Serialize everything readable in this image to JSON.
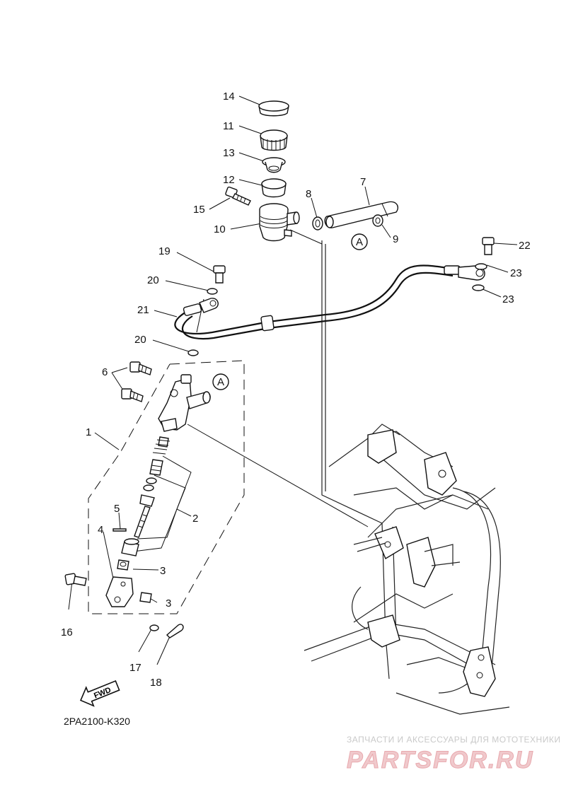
{
  "diagram": {
    "code": "2PA2100-K320",
    "fwd_label": "FWD",
    "ref_marker": "A",
    "callouts": [
      "14",
      "11",
      "13",
      "12",
      "15",
      "10",
      "8",
      "7",
      "9",
      "19",
      "20",
      "21",
      "20",
      "6",
      "1",
      "2",
      "5",
      "4",
      "3",
      "3",
      "16",
      "17",
      "18",
      "22",
      "23",
      "23"
    ]
  },
  "watermark": {
    "top": "ЗАПЧАСТИ И АКСЕССУАРЫ ДЛЯ МОТОТЕХНИКИ",
    "main": "PARTSFOR.RU"
  }
}
